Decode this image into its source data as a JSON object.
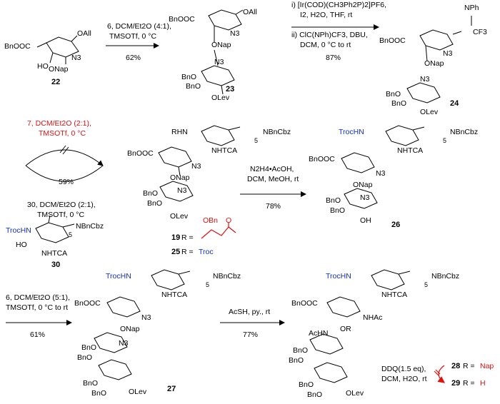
{
  "row1": {
    "cmpd22": {
      "label": "22",
      "bno": "BnOOC",
      "oall": "OAll",
      "n3": "N3",
      "ho": "HO",
      "onap": "ONap"
    },
    "step1": {
      "line1": "6, DCM/Et2O (4:1),",
      "line2": "TMSOTf, 0 °C",
      "yield": "62%"
    },
    "cmpd23": {
      "label": "23",
      "bno": "BnOOC",
      "oall": "OAll",
      "n3a": "N3",
      "onap": "ONap",
      "n3b": "N3",
      "bnoa": "BnO",
      "bnob": "BnO",
      "olev": "OLev"
    },
    "step2": {
      "line1": "i) [Ir(COD)(CH3Ph2P)2]PF6,",
      "line2": "I2, H2O, THF, rt",
      "line3": "ii) ClC(NPh)CF3, DBU,",
      "line4": "DCM, 0 °C to rt",
      "yield": "87%"
    },
    "cmpd24": {
      "label": "24",
      "nph": "NPh",
      "cf3": "CF3",
      "bno": "BnOOC",
      "n3a": "N3",
      "onap": "ONap",
      "n3b": "N3",
      "bnoa": "BnO",
      "bnob": "BnO",
      "olev": "OLev"
    }
  },
  "row2": {
    "cond_top": {
      "line1": "7, DCM/Et2O (2:1),",
      "line2": "TMSOTf, 0 °C"
    },
    "yield_mid": "59%",
    "cond_bot": {
      "line1": "30, DCM/Et2O (2:1),",
      "line2": "TMSOTf, 0 °C"
    },
    "cmpd30": {
      "label": "30",
      "trochn": "TrocHN",
      "ho": "HO",
      "nhtca": "NHTCA",
      "chain": "NBnCbz",
      "sub": "5"
    },
    "inter": {
      "rhn": "RHN",
      "nhtca": "NHTCA",
      "chain": "NBnCbz",
      "sub": "5",
      "bno": "BnOOC",
      "n3a": "N3",
      "onap": "ONap",
      "n3b": "N3",
      "bnoa": "BnO",
      "bnob": "BnO",
      "olev": "OLev"
    },
    "rdef": {
      "r19_label": "19",
      "r19_text": "R =",
      "obn": "OBn",
      "o": "O",
      "r25_label": "25",
      "r25_text": "R =",
      "troc": "Troc"
    },
    "step3": {
      "line1": "N2H4•AcOH,",
      "line2": "DCM, MeOH, rt",
      "yield": "78%"
    },
    "cmpd26": {
      "label": "26",
      "trochn": "TrocHN",
      "nhtca": "NHTCA",
      "chain": "NBnCbz",
      "sub": "5",
      "bno": "BnOOC",
      "n3a": "N3",
      "onap": "ONap",
      "n3b": "N3",
      "bnoa": "BnO",
      "bnob": "BnO",
      "oh": "OH"
    }
  },
  "row3": {
    "step4": {
      "line1": "6, DCM/Et2O (5:1),",
      "line2": "TMSOTf, 0 °C to rt",
      "yield": "61%"
    },
    "cmpd27": {
      "label": "27",
      "trochn": "TrocHN",
      "nhtca": "NHTCA",
      "chain": "NBnCbz",
      "sub": "5",
      "bno": "BnOOC",
      "n3a": "N3",
      "onap": "ONap",
      "n3b": "N3",
      "bnoa": "BnO",
      "bnob": "BnO",
      "bnoc": "BnO",
      "bnod": "BnO",
      "olev": "OLev"
    },
    "step5": {
      "line1": "AcSH, py., rt",
      "yield": "77%"
    },
    "product": {
      "trochn": "TrocHN",
      "nhtca": "NHTCA",
      "chain": "NBnCbz",
      "sub": "5",
      "bno": "BnOOC",
      "nhac": "NHAc",
      "or": "OR",
      "achn": "AcHN",
      "bnoa": "BnO",
      "bnob": "BnO",
      "bnoc": "BnO",
      "bnod": "BnO",
      "olev": "OLev"
    },
    "ddq": {
      "line1": "DDQ(1.5 eq),",
      "line2": "DCM, H2O, rt"
    },
    "r28": {
      "label": "28",
      "text": "R =",
      "value": "Nap"
    },
    "r29": {
      "label": "29",
      "text": "R =",
      "value": "H"
    }
  }
}
